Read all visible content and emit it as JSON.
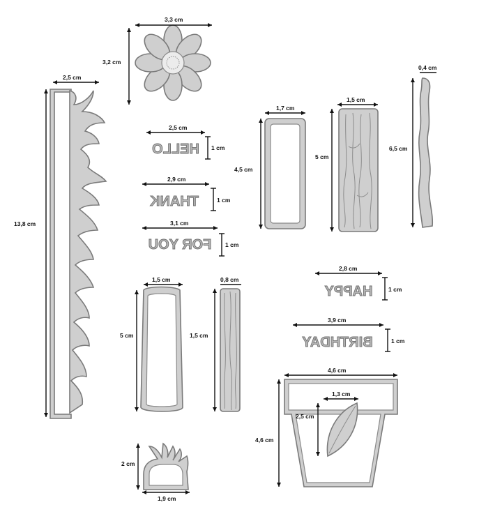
{
  "dimensions": {
    "border_width": "2,5 cm",
    "border_height": "13,8 cm",
    "flower_width": "3,3 cm",
    "flower_height": "3,2 cm",
    "hello_width": "2,5 cm",
    "hello_height": "1 cm",
    "thank_width": "2,9 cm",
    "thank_height": "1 cm",
    "foryou_width": "3,1 cm",
    "foryou_height": "1 cm",
    "frame_width": "1,7 cm",
    "frame_height": "4,5 cm",
    "plank_width": "1,5 cm",
    "plank_height": "5 cm",
    "stem_width": "0,4 cm",
    "stem_height": "6,5 cm",
    "sign_width": "1,5 cm",
    "sign_height": "5 cm",
    "stake_width": "0,8 cm",
    "stake_height": "1,5 cm",
    "happy_width": "2,8 cm",
    "happy_height": "1 cm",
    "birthday_width": "3,9 cm",
    "birthday_height": "1 cm",
    "pot_width": "4,6 cm",
    "pot_height": "4,6 cm",
    "leaf_width": "1,3 cm",
    "leaf_height": "2,5 cm",
    "grass_width": "1,9 cm",
    "grass_height": "2 cm"
  },
  "die_words": {
    "hello": "HELLO",
    "thank": "THANK",
    "foryou": "FOR YOU",
    "happy": "HAPPY",
    "birthday": "BIRTHDAY"
  }
}
